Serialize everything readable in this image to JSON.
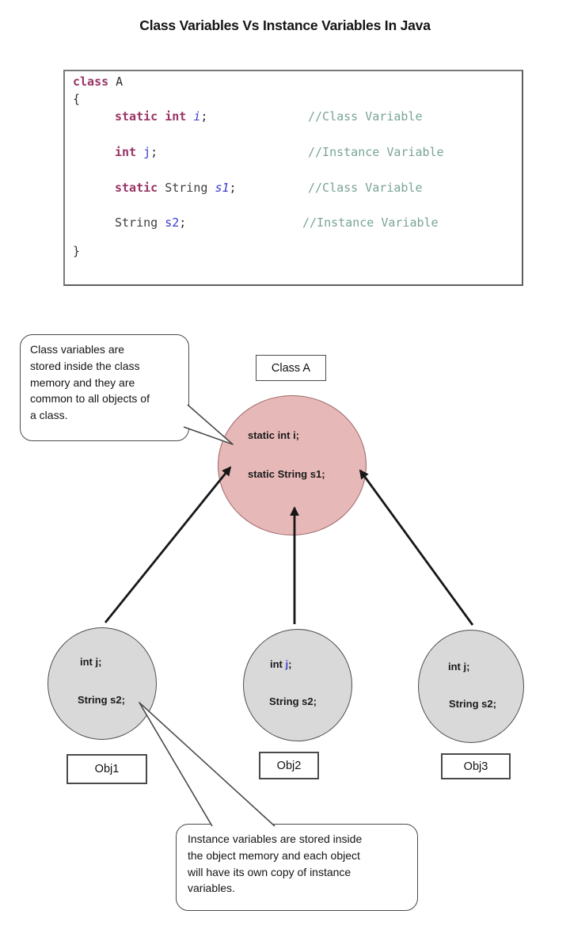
{
  "title": "Class Variables Vs Instance Variables In Java",
  "code": {
    "l1_kw": "class",
    "l1_name": " A",
    "l2_open": "{",
    "l3_kw": "static int ",
    "l3_var": "i",
    "l3_end": ";",
    "l3_comment": "//Class Variable",
    "l4_kw": "int ",
    "l4_var": "j",
    "l4_end": ";",
    "l4_comment": "//Instance Variable",
    "l5_kw": "static ",
    "l5_type": "String ",
    "l5_var": "s1",
    "l5_end": ";",
    "l5_comment": "//Class Variable",
    "l6_type": "String ",
    "l6_var": "s2",
    "l6_end": ";",
    "l6_comment": "//Instance Variable",
    "l7_close": "}"
  },
  "diagram": {
    "class_label": "Class A",
    "class_circle": {
      "line1": "static int i;",
      "line2": "static String s1;"
    },
    "objects": [
      {
        "label": "Obj1",
        "l1_pre": "int ",
        "l1_var": "j",
        "l1_post": ";",
        "line2": "String s2;"
      },
      {
        "label": "Obj2",
        "l1_pre": "int ",
        "l1_var": "j",
        "l1_post": ";",
        "line2": "String s2;"
      },
      {
        "label": "Obj3",
        "l1_pre": "int ",
        "l1_var": "j",
        "l1_post": ";",
        "line2": "String s2;"
      }
    ],
    "callout_class": "Class variables are\nstored inside the class\nmemory and they are\ncommon to all objects of\na class.",
    "callout_instance": "Instance variables are stored inside\nthe object memory and each object\nwill have its own copy of instance\nvariables."
  },
  "colors": {
    "keyword": "#993366",
    "identifier_blue": "#3a3ad0",
    "comment_teal": "#7aa398",
    "class_circle_fill": "#e6b9b8",
    "class_circle_border": "#9c6866",
    "object_circle_fill": "#d9d9d9",
    "arrow": "#171717"
  }
}
